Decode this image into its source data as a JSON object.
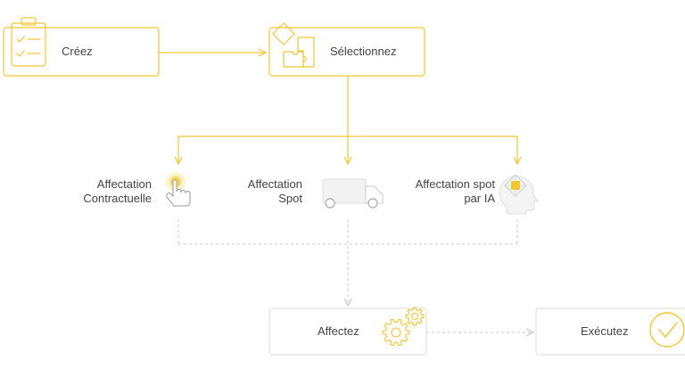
{
  "colors": {
    "accent": "#f2c531",
    "accent_light": "#f8dd7a",
    "gray_line": "#c8c8c8",
    "gray_box": "#e2e2e2",
    "text": "#444444"
  },
  "steps": {
    "create": {
      "label": "Créez",
      "icon": "clipboard-checklist-icon"
    },
    "select": {
      "label": "Sélectionnez",
      "icon": "puzzle-pieces-icon"
    },
    "assign": {
      "label": "Affectez",
      "icon": "gears-icon"
    },
    "execute": {
      "label": "Exécutez",
      "icon": "checkmark-circle-icon"
    }
  },
  "options": [
    {
      "lines": [
        "Affectation",
        "Contractuelle"
      ],
      "icon": "finger-press-button-icon"
    },
    {
      "lines": [
        "Affectation",
        "Spot"
      ],
      "icon": "delivery-truck-icon"
    },
    {
      "lines": [
        "Affectation spot",
        "par IA"
      ],
      "icon": "ai-head-icon"
    }
  ]
}
